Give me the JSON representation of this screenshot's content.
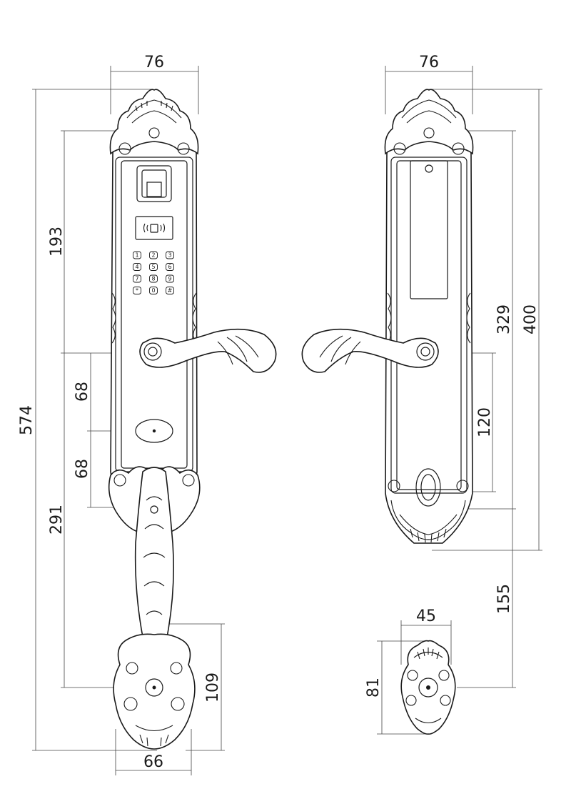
{
  "dimensions": {
    "front_width": "76",
    "back_width": "76",
    "front_total_height": "574",
    "front_upper": "193",
    "front_gap_upper": "68",
    "front_gap_lower": "68",
    "front_lower": "291",
    "front_grip_height": "109",
    "front_base_width": "66",
    "back_upper": "329",
    "back_total": "400",
    "back_handle_to_key": "120",
    "back_to_rosette": "155",
    "rosette_width": "45",
    "rosette_height": "81"
  },
  "keypad": {
    "keys": [
      "1",
      "2",
      "3",
      "4",
      "5",
      "6",
      "7",
      "8",
      "9",
      "*",
      "0",
      "#"
    ]
  }
}
